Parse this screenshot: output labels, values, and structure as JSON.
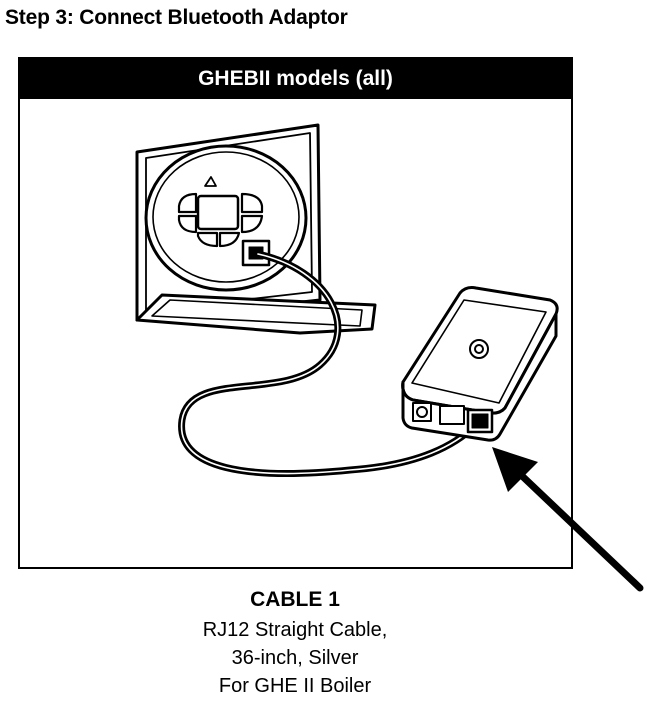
{
  "header": {
    "step_title": "Step 3: Connect Bluetooth Adaptor"
  },
  "panel": {
    "title": "GHEBII models (all)"
  },
  "caption": {
    "cable_label": "CABLE 1",
    "lines": [
      "RJ12 Straight Cable,",
      "36-inch, Silver",
      "For GHE II Boiler"
    ]
  },
  "icons": [
    "thermostat-control-icon",
    "bluetooth-adaptor-icon",
    "cable-icon",
    "arrow-icon"
  ]
}
